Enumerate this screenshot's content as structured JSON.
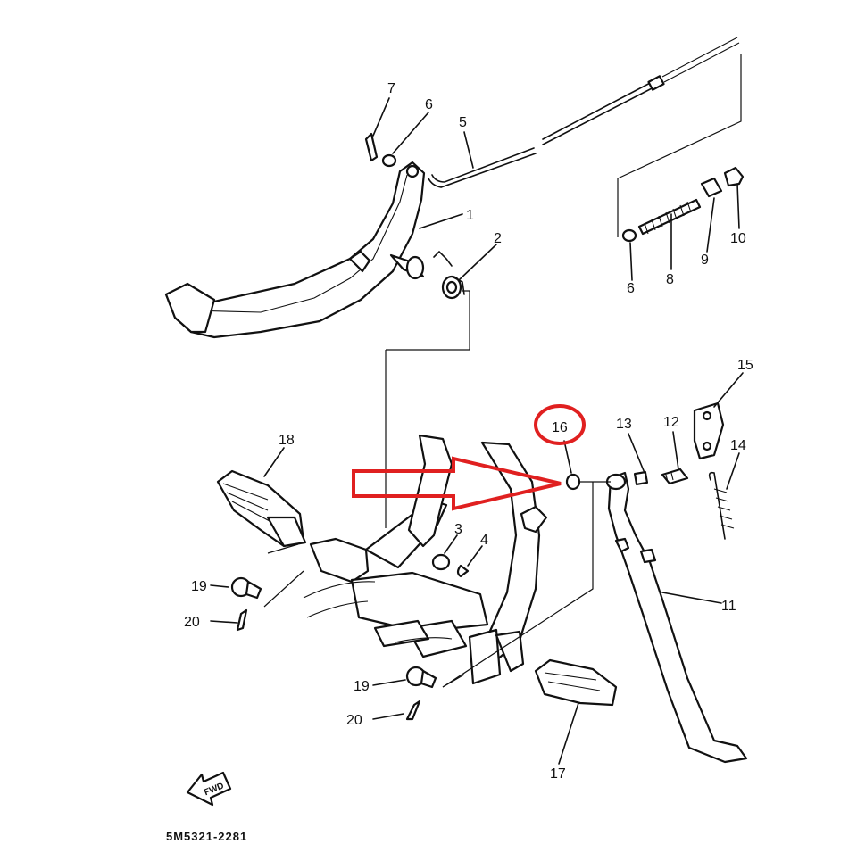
{
  "diagram": {
    "code": "5M5321-2281",
    "fwd_label": "FWD",
    "callouts": [
      "1",
      "2",
      "3",
      "4",
      "5",
      "6",
      "6",
      "7",
      "8",
      "9",
      "10",
      "11",
      "12",
      "13",
      "14",
      "15",
      "16",
      "17",
      "18",
      "19",
      "19",
      "20",
      "20"
    ],
    "highlight": {
      "part": "16",
      "color": "#e02020"
    },
    "ink_color": "#111111"
  }
}
